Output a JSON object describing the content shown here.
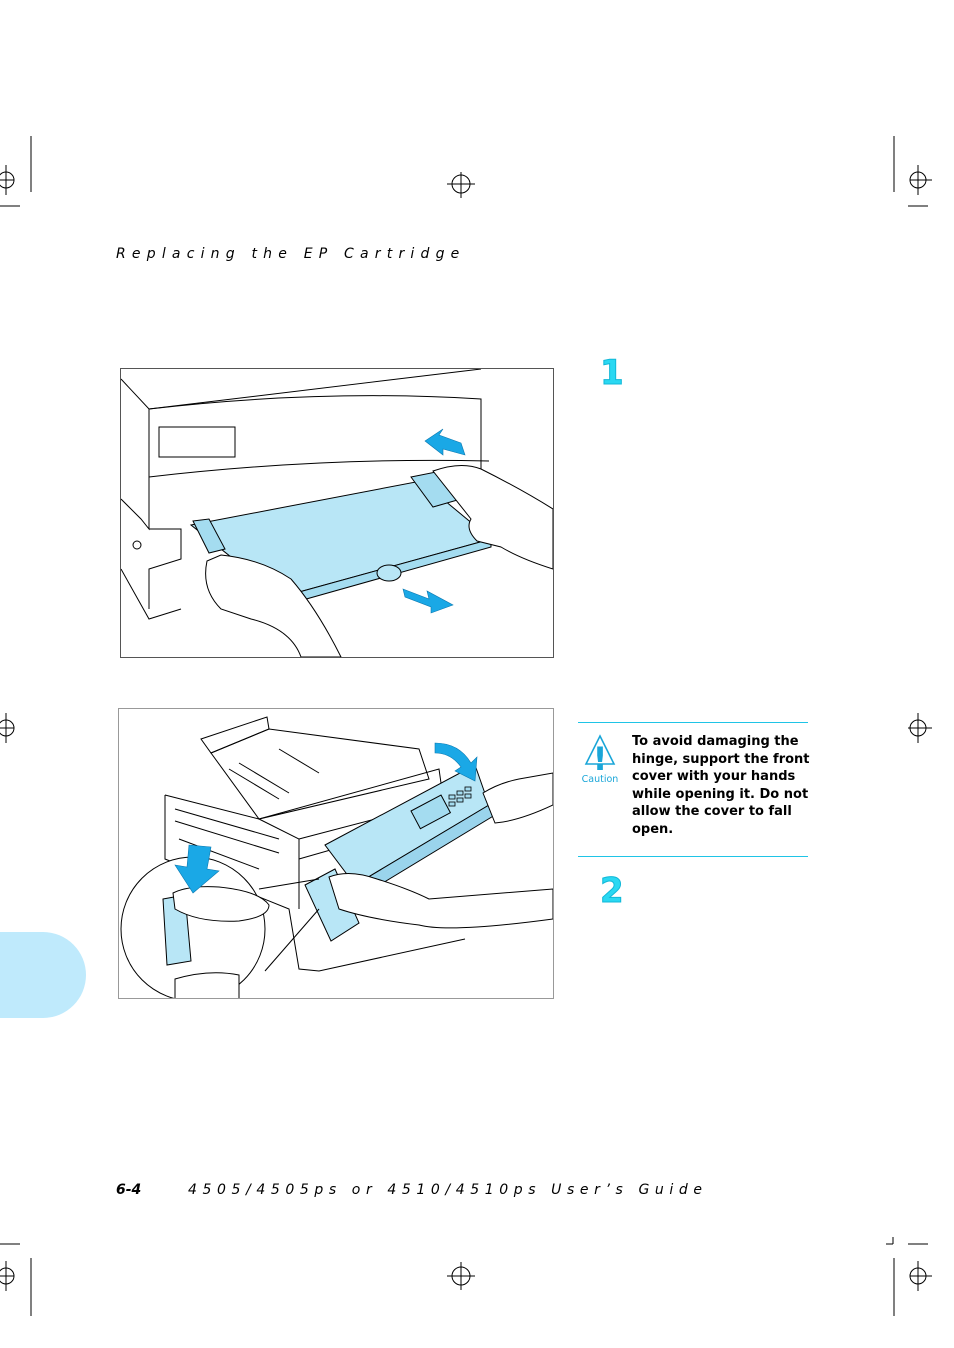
{
  "header": {
    "running_title": "Replacing the EP Cartridge"
  },
  "steps": [
    {
      "number": "1"
    },
    {
      "number": "2"
    }
  ],
  "caution": {
    "label": "Caution",
    "text": "To avoid damaging the hinge, support the front cover with your hands while opening it. Do not allow the cover to fall open."
  },
  "footer": {
    "page_number": "6-4",
    "book_title": "4505/4505ps or 4510/4510ps User’s Guide"
  },
  "colors": {
    "accent": "#2ad8f2",
    "illustration_fill": "#b8e6f6",
    "arrow": "#1aa8e6",
    "chapter_tab": "#bfeafc"
  }
}
